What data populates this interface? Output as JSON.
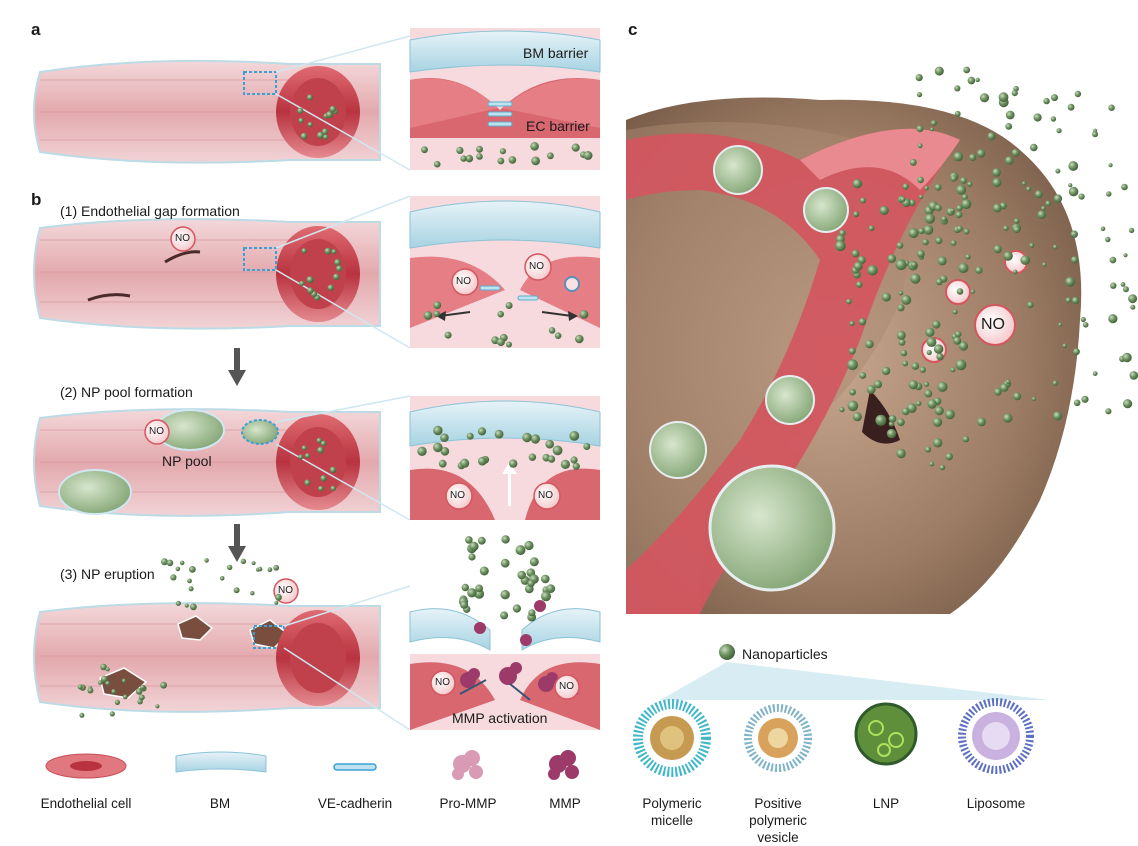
{
  "panels": {
    "a": {
      "letter": "a",
      "bm_label": "BM barrier",
      "ec_label": "EC barrier"
    },
    "b": {
      "letter": "b",
      "step1": {
        "title": "(1) Endothelial gap formation",
        "no": "NO"
      },
      "step2": {
        "title": "(2) NP pool formation",
        "no": "NO",
        "pool": "NP pool"
      },
      "step3": {
        "title": "(3) NP eruption",
        "no": "NO",
        "mmp": "MMP activation"
      }
    },
    "c": {
      "letter": "c",
      "no": "NO"
    }
  },
  "legend_b": [
    {
      "id": "endothelial",
      "label": "Endothelial cell"
    },
    {
      "id": "bm",
      "label": "BM"
    },
    {
      "id": "vecad",
      "label": "VE-cadherin"
    },
    {
      "id": "prommp",
      "label": "Pro-MMP"
    },
    {
      "id": "mmp",
      "label": "MMP"
    }
  ],
  "legend_c": {
    "title": "Nanoparticles",
    "items": [
      {
        "id": "micelle",
        "label": "Polymeric micelle"
      },
      {
        "id": "vesicle",
        "label": "Positive polymeric vesicle"
      },
      {
        "id": "lnp",
        "label": "LNP"
      },
      {
        "id": "liposome",
        "label": "Liposome"
      }
    ]
  },
  "colors": {
    "vessel": "#d9777c",
    "vessel_dark": "#b8333f",
    "bm": "#a8d3e0",
    "np": "#6b8f5e",
    "tissue": "#a0826a"
  }
}
